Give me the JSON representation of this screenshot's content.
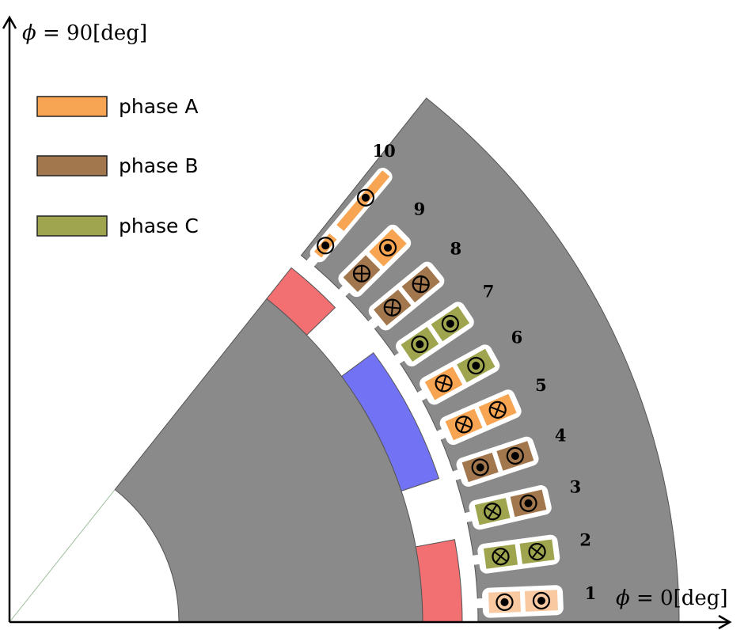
{
  "axes": {
    "x_symbol": "ϕ",
    "x_label": " = 0[deg]",
    "y_symbol": "ϕ",
    "y_label": " = 90[deg]"
  },
  "legend": {
    "items": [
      {
        "label": "phase A",
        "color": "#f7a552"
      },
      {
        "label": "phase B",
        "color": "#a3774e"
      },
      {
        "label": "phase C",
        "color": "#9ea54e"
      }
    ]
  },
  "colors": {
    "iron": "#8a8a8a",
    "magnet_red": "#f26f72",
    "magnet_blue": "#7272f5",
    "phase_A_pale": "#f9c9a1"
  },
  "slots": [
    {
      "number": "1",
      "inner": {
        "phase": "A",
        "dir": "out"
      },
      "outer": {
        "phase": "A",
        "dir": "out"
      }
    },
    {
      "number": "2",
      "inner": {
        "phase": "C",
        "dir": "in"
      },
      "outer": {
        "phase": "C",
        "dir": "in"
      }
    },
    {
      "number": "3",
      "inner": {
        "phase": "C",
        "dir": "in"
      },
      "outer": {
        "phase": "B",
        "dir": "out"
      }
    },
    {
      "number": "4",
      "inner": {
        "phase": "B",
        "dir": "out"
      },
      "outer": {
        "phase": "B",
        "dir": "out"
      }
    },
    {
      "number": "5",
      "inner": {
        "phase": "A",
        "dir": "in"
      },
      "outer": {
        "phase": "A",
        "dir": "in"
      }
    },
    {
      "number": "6",
      "inner": {
        "phase": "A",
        "dir": "in"
      },
      "outer": {
        "phase": "C",
        "dir": "out"
      }
    },
    {
      "number": "7",
      "inner": {
        "phase": "C",
        "dir": "out"
      },
      "outer": {
        "phase": "C",
        "dir": "out"
      }
    },
    {
      "number": "8",
      "inner": {
        "phase": "B",
        "dir": "in"
      },
      "outer": {
        "phase": "B",
        "dir": "in"
      }
    },
    {
      "number": "9",
      "inner": {
        "phase": "B",
        "dir": "in"
      },
      "outer": {
        "phase": "A",
        "dir": "out"
      }
    },
    {
      "number": "10",
      "inner": {
        "phase": "A",
        "dir": "out"
      },
      "outer": {
        "phase": "A",
        "dir": "out"
      }
    }
  ]
}
